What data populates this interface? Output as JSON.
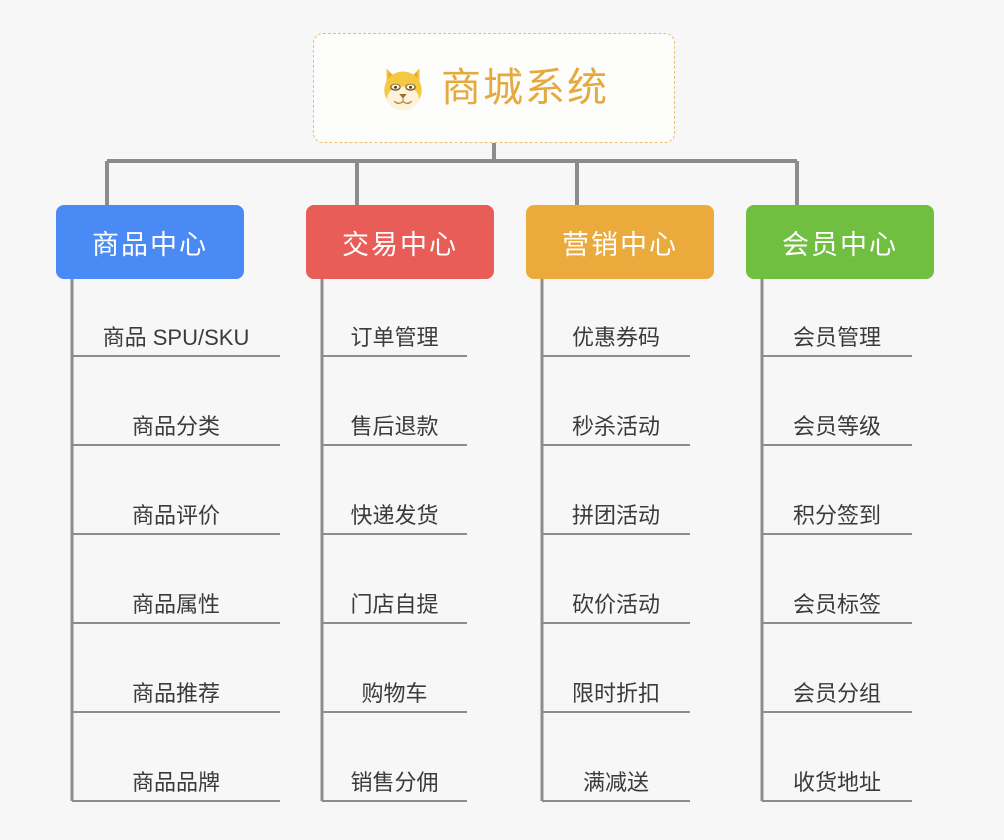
{
  "root": {
    "title": "商城系统",
    "icon": "shiba-dog-icon",
    "title_color": "#e5a93f",
    "border_color": "#e8bf74",
    "background": "#fdfdfc"
  },
  "page": {
    "background": "#f7f7f7",
    "line_color": "#8c8c8c"
  },
  "columns": [
    {
      "title": "商品中心",
      "color": "#4a8af4",
      "items": [
        "商品 SPU/SKU",
        "商品分类",
        "商品评价",
        "商品属性",
        "商品推荐",
        "商品品牌"
      ]
    },
    {
      "title": "交易中心",
      "color": "#e95d58",
      "items": [
        "订单管理",
        "售后退款",
        "快递发货",
        "门店自提",
        "购物车",
        "销售分佣"
      ]
    },
    {
      "title": "营销中心",
      "color": "#eaaa3c",
      "items": [
        "优惠券码",
        "秒杀活动",
        "拼团活动",
        "砍价活动",
        "限时折扣",
        "满减送"
      ]
    },
    {
      "title": "会员中心",
      "color": "#71bf40",
      "items": [
        "会员管理",
        "会员等级",
        "积分签到",
        "会员标签",
        "会员分组",
        "收货地址"
      ]
    }
  ]
}
